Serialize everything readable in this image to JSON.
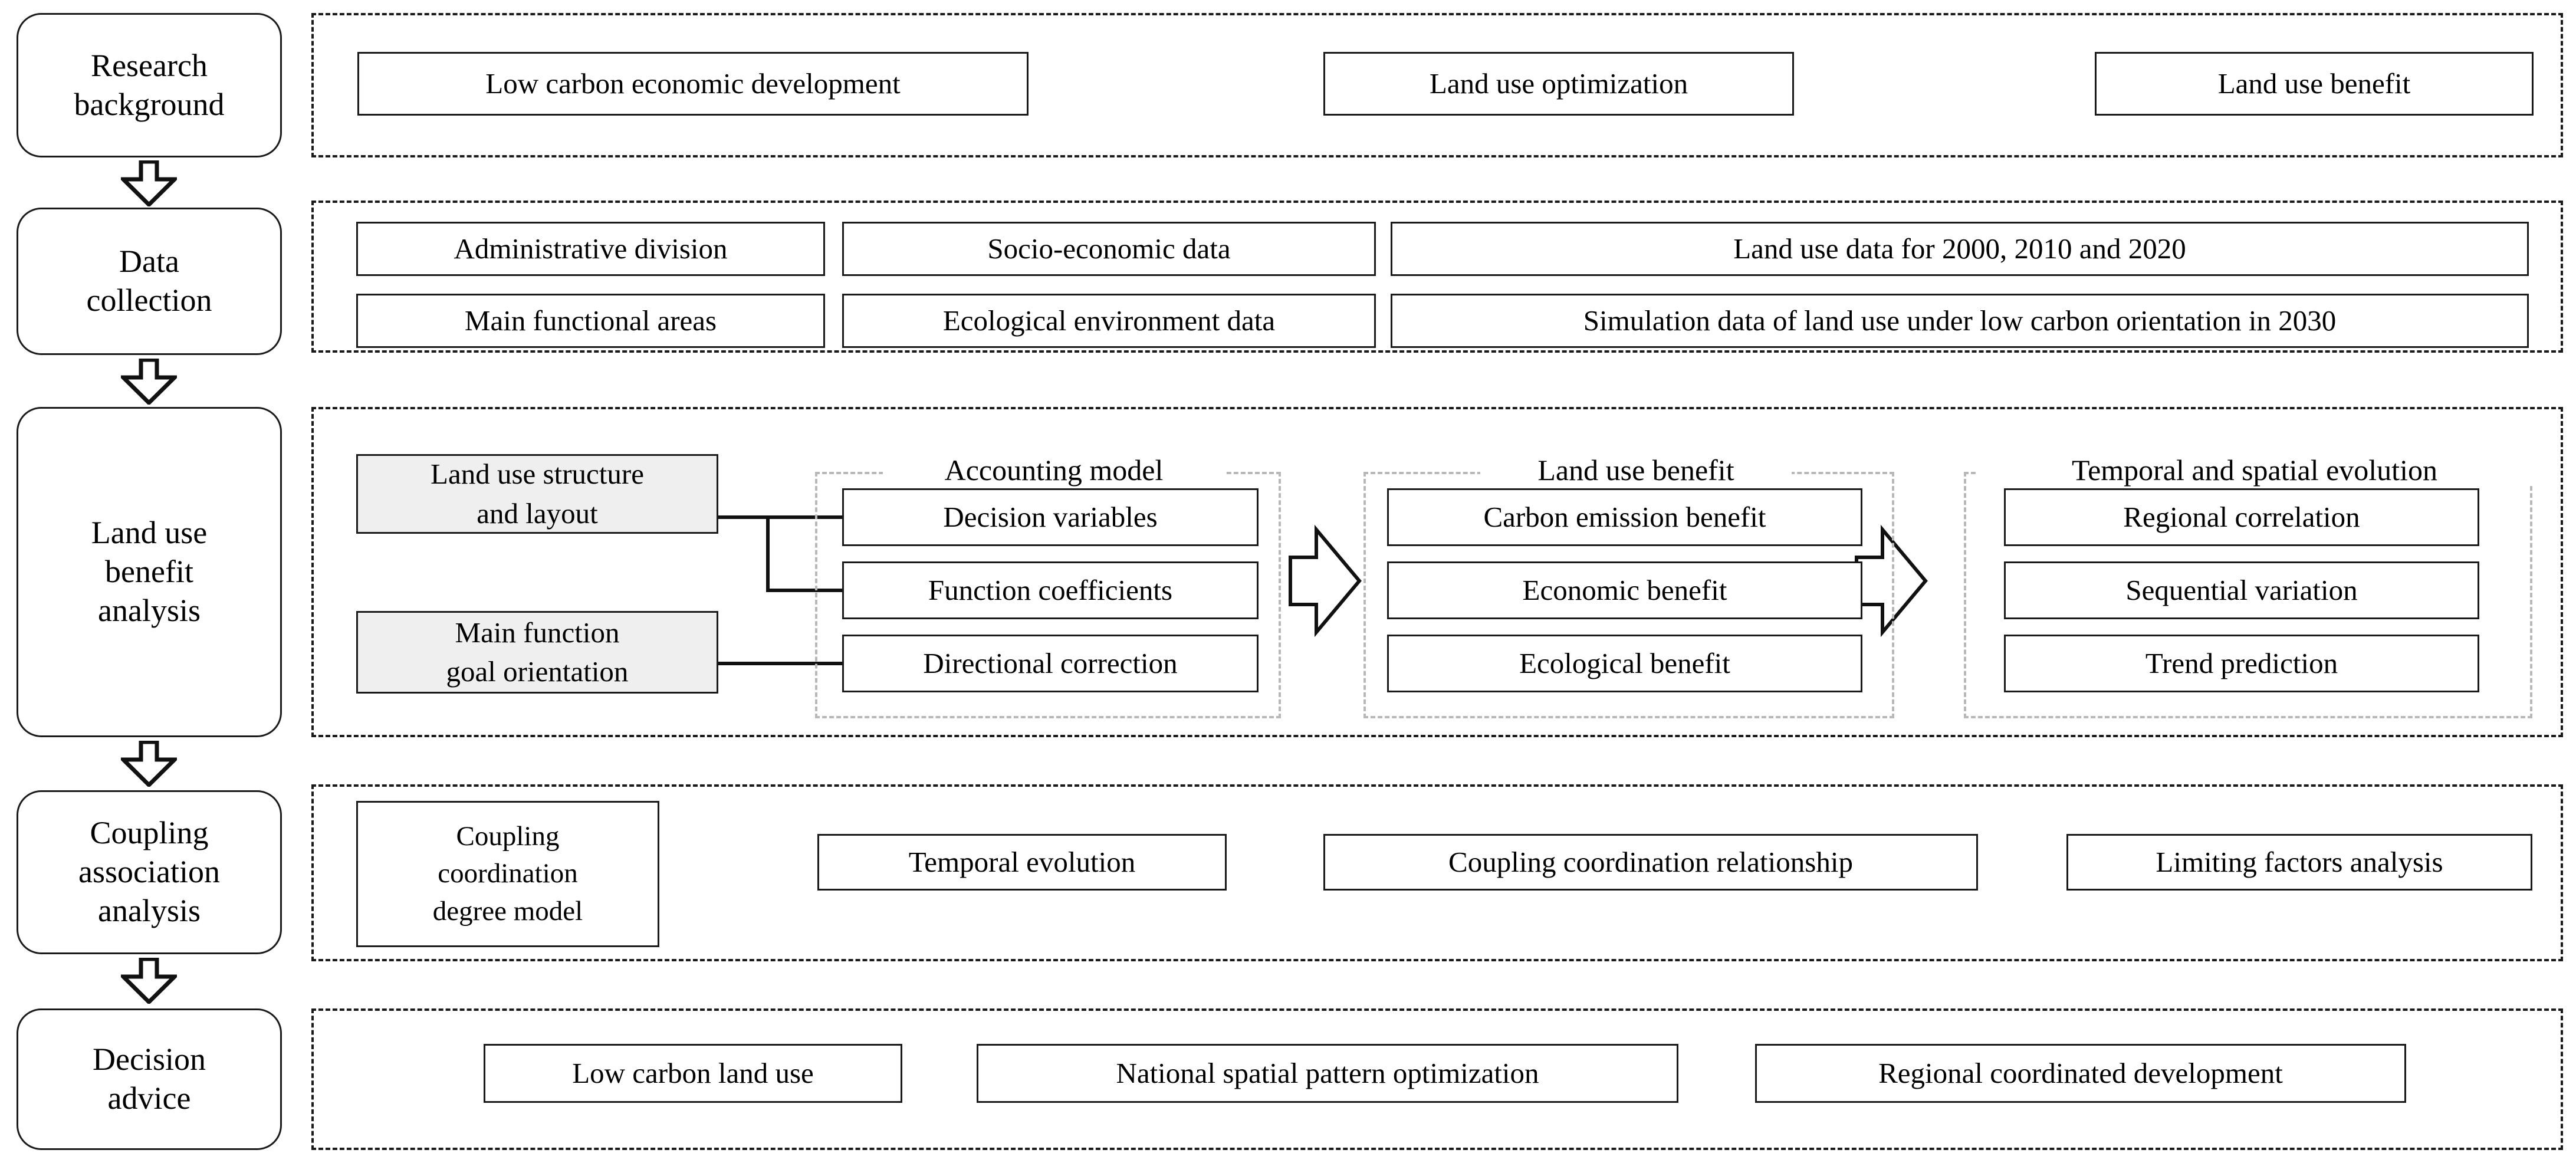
{
  "diagram": {
    "title": "Research framework flowchart",
    "colors": {
      "line": "#1a1a1a",
      "group_dash": "#b8b8b8",
      "highlight_fill": "#efefef",
      "background": "#ffffff"
    }
  },
  "stages": [
    {
      "id": "research-background",
      "label": "Research\nbackground"
    },
    {
      "id": "data-collection",
      "label": "Data\ncollection"
    },
    {
      "id": "land-use-benefit-analysis",
      "label": "Land use\nbenefit\nanalysis"
    },
    {
      "id": "coupling-association-analysis",
      "label": "Coupling\nassociation\nanalysis"
    },
    {
      "id": "decision-advice",
      "label": "Decision\nadvice"
    }
  ],
  "sections": {
    "research_background": {
      "items": [
        "Low carbon economic development",
        "Land use optimization",
        "Land use benefit"
      ]
    },
    "data_collection": {
      "row1": [
        "Administrative division",
        "Socio-economic data",
        "Land use data for 2000, 2010 and 2020"
      ],
      "row2": [
        "Main functional areas",
        "Ecological environment data",
        "Simulation data of land use under low carbon orientation in 2030"
      ]
    },
    "land_use_benefit_analysis": {
      "inputs": [
        "Land use structure\nand layout",
        "Main function\ngoal orientation"
      ],
      "groups": [
        {
          "title": "Accounting model",
          "items": [
            "Decision variables",
            "Function coefficients",
            "Directional correction"
          ]
        },
        {
          "title": "Land use benefit",
          "items": [
            "Carbon emission benefit",
            "Economic benefit",
            "Ecological benefit"
          ]
        },
        {
          "title": "Temporal and spatial evolution",
          "items": [
            "Regional correlation",
            "Sequential variation",
            "Trend prediction"
          ]
        }
      ]
    },
    "coupling_association_analysis": {
      "model": "Coupling\ncoordination\ndegree model",
      "items": [
        "Temporal evolution",
        "Coupling coordination relationship",
        "Limiting factors analysis"
      ]
    },
    "decision_advice": {
      "items": [
        "Low carbon land use",
        "National spatial pattern optimization",
        "Regional coordinated development"
      ]
    }
  }
}
